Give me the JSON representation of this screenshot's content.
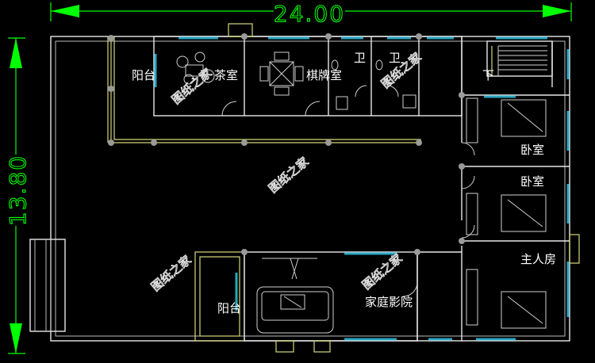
{
  "dimensions": {
    "width": "24.00",
    "height": "13.80"
  },
  "rooms": {
    "balcony_top": "阳台",
    "tea_room": "茶室",
    "chess_room": "棋牌室",
    "bath1": "卫",
    "bath2": "卫",
    "stair_down": "下",
    "bedroom1": "卧室",
    "bedroom2": "卧室",
    "master_bedroom": "主人房",
    "balcony_bottom": "阳台",
    "home_theater": "家庭影院"
  },
  "watermark": "图纸之家",
  "colors": {
    "dimension": "#00ff00",
    "wall": "#e8e8e8",
    "window": "#2aa6c2",
    "background": "#000000"
  }
}
